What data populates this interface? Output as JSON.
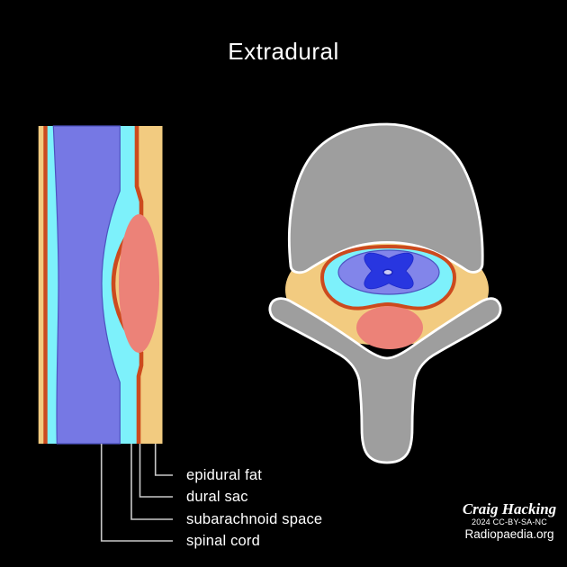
{
  "title": "Extradural",
  "legend": {
    "labels": [
      {
        "text": "epidural fat"
      },
      {
        "text": "dural sac"
      },
      {
        "text": "subarachnoid space"
      },
      {
        "text": "spinal cord"
      }
    ]
  },
  "signature": {
    "author": "Craig Hacking",
    "license": "2024 CC-BY-SA-NC",
    "site": "Radiopaedia.org"
  },
  "palette": {
    "background": "#000000",
    "text_white": "#ffffff",
    "epidural_fat": "#f2cb80",
    "dura_red": "#cc4a1e",
    "csf_cyan": "#7df1fb",
    "cord_purple": "#7678e4",
    "cord_purple_axial": "#8285ea",
    "cord_outline": "#4d52c0",
    "gray_matter_blue": "#2836e0",
    "gray_matter_outline": "#1b27c8",
    "central_canal_fill": "#cacbf4",
    "central_canal_outline": "#1823bf",
    "lesion_salmon": "#ec8278",
    "bone_gray": "#9e9e9e",
    "bone_outline": "#ffffff",
    "leader_line": "#c9c9c9"
  }
}
